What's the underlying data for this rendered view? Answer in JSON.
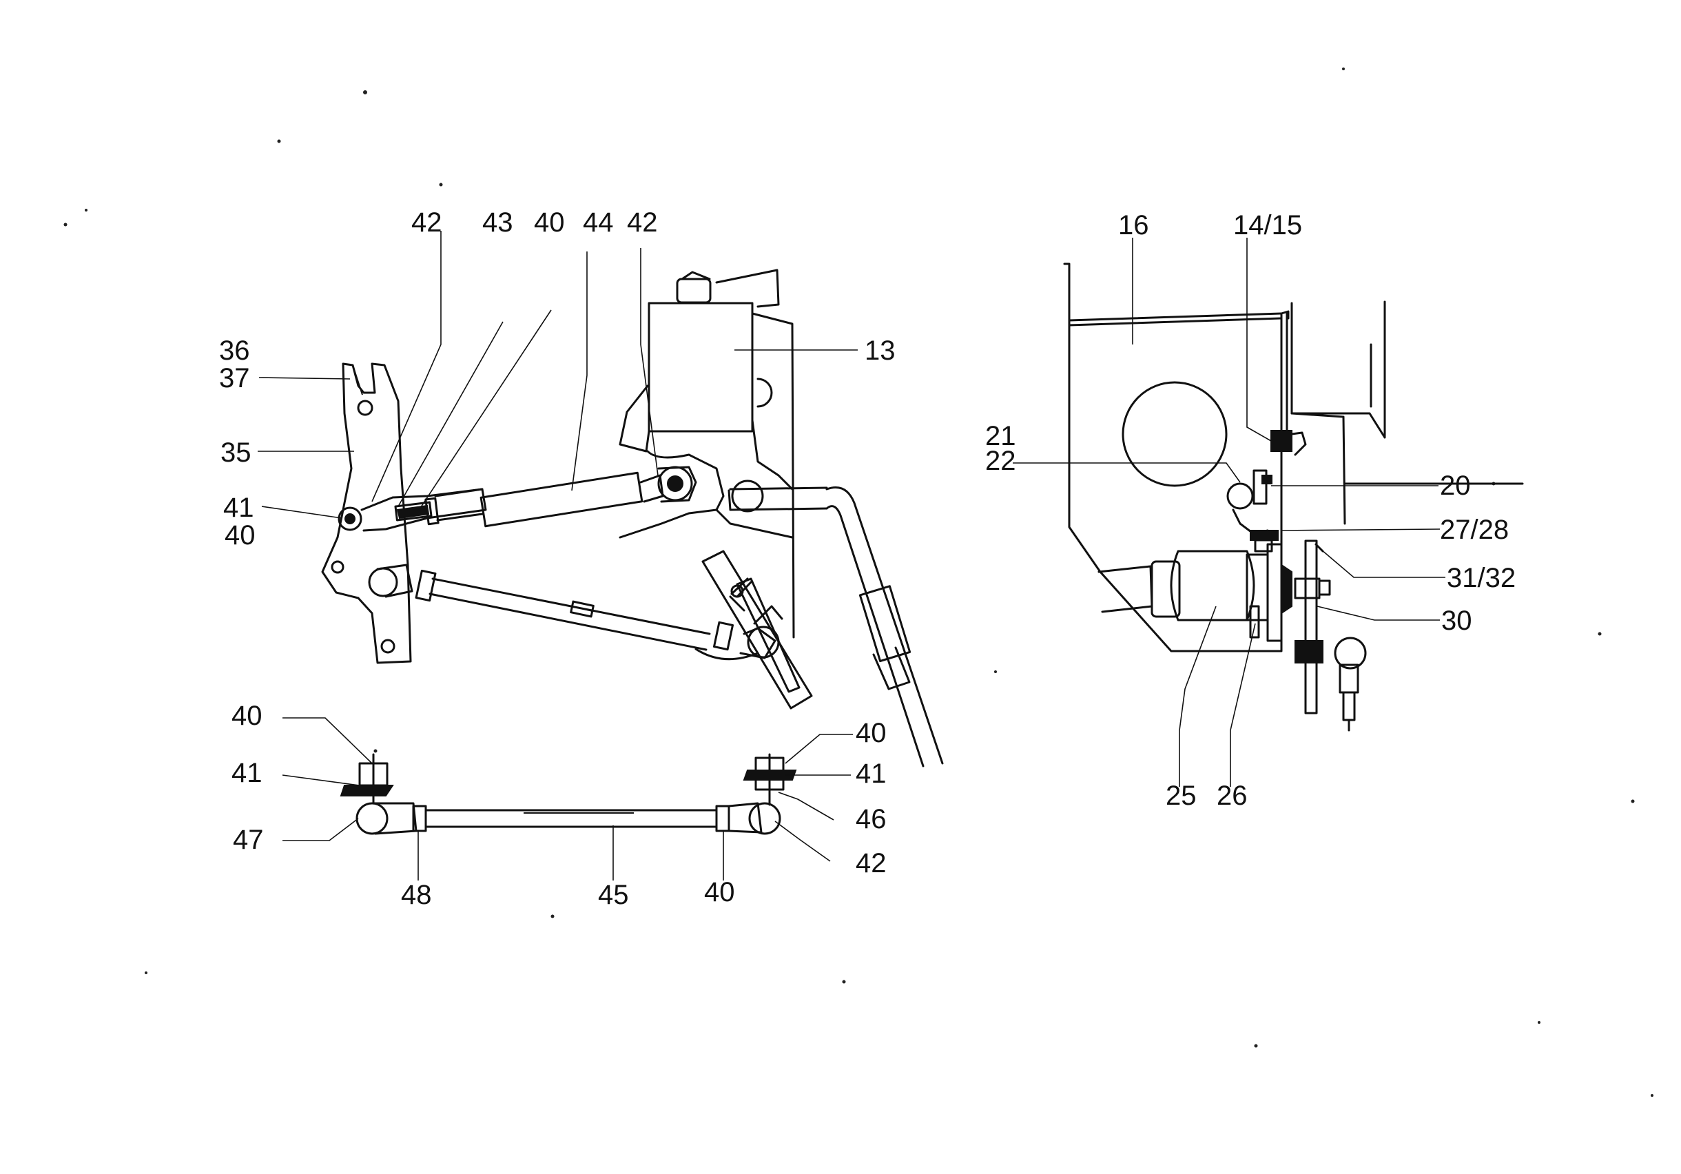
{
  "left_assembly": {
    "labels": {
      "l42a": "42",
      "l43": "43",
      "l40a": "40",
      "l44": "44",
      "l42b": "42",
      "l36": "36",
      "l37": "37",
      "l35": "35",
      "l41a": "41",
      "l40b": "40",
      "l13": "13"
    }
  },
  "rod_assembly": {
    "labels": {
      "l40c": "40",
      "l41b": "41",
      "l47": "47",
      "l48": "48",
      "l45": "45",
      "l40d": "40",
      "l40e": "40",
      "l41c": "41",
      "l46": "46",
      "l42c": "42"
    }
  },
  "right_assembly": {
    "labels": {
      "l16": "16",
      "l1415": "14/15",
      "l21": "21",
      "l22": "22",
      "l20": "20",
      "l2728": "27/28",
      "l3132": "31/32",
      "l30": "30",
      "l25": "25",
      "l26": "26"
    }
  }
}
